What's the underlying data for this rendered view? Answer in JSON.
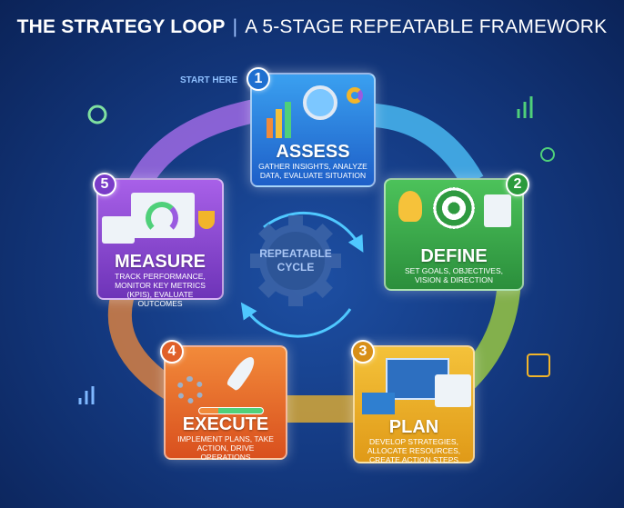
{
  "title": {
    "main": "THE STRATEGY LOOP",
    "separator": "|",
    "subtitle": "A 5-STAGE REPEATABLE FRAMEWORK"
  },
  "start_label": "START HERE",
  "center": {
    "label": "REPEATABLE CYCLE",
    "icon": "gear-icon"
  },
  "stages": [
    {
      "number": "1",
      "name": "ASSESS",
      "description": "Gather insights, analyze data, evaluate situation",
      "color": "#2a7fe0",
      "icon": "magnifier-chart-icon"
    },
    {
      "number": "2",
      "name": "DEFINE",
      "description": "Set goals, objectives, vision & direction",
      "color": "#3bb44a",
      "icon": "target-icon"
    },
    {
      "number": "3",
      "name": "PLAN",
      "description": "Develop strategies, allocate resources, create action steps",
      "color": "#e6a420",
      "icon": "roadmap-icon"
    },
    {
      "number": "4",
      "name": "EXECUTE",
      "description": "Implement plans, take action, drive operations",
      "color": "#e8662a",
      "icon": "rocket-icon"
    },
    {
      "number": "5",
      "name": "MEASURE",
      "description": "Track performance, monitor key metrics (KPIs), evaluate outcomes",
      "color": "#8a46d0",
      "icon": "gauge-icon"
    }
  ]
}
